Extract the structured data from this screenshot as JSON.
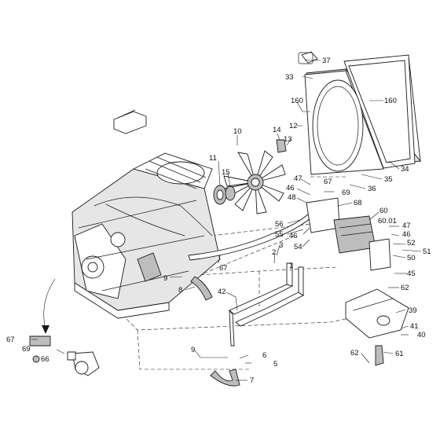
{
  "diagram": {
    "callouts": [
      {
        "id": "c37",
        "text": "37"
      },
      {
        "id": "c33",
        "text": "33"
      },
      {
        "id": "c160a",
        "text": "160"
      },
      {
        "id": "c160b",
        "text": "160"
      },
      {
        "id": "c12",
        "text": "12"
      },
      {
        "id": "c10",
        "text": "10"
      },
      {
        "id": "c14",
        "text": "14"
      },
      {
        "id": "c13",
        "text": "13"
      },
      {
        "id": "c34",
        "text": "34"
      },
      {
        "id": "c35",
        "text": "35"
      },
      {
        "id": "c36",
        "text": "36"
      },
      {
        "id": "c11",
        "text": "11"
      },
      {
        "id": "c15",
        "text": "15"
      },
      {
        "id": "c47a",
        "text": "47"
      },
      {
        "id": "c67a",
        "text": "67"
      },
      {
        "id": "c46a",
        "text": "46"
      },
      {
        "id": "c69a",
        "text": "69"
      },
      {
        "id": "c48",
        "text": "48"
      },
      {
        "id": "c68",
        "text": "68"
      },
      {
        "id": "c56",
        "text": "56"
      },
      {
        "id": "c60",
        "text": "60"
      },
      {
        "id": "c6001",
        "text": "60.01"
      },
      {
        "id": "c47b",
        "text": "47"
      },
      {
        "id": "c46b",
        "text": "46"
      },
      {
        "id": "c55",
        "text": "55"
      },
      {
        "id": "c46c",
        "text": "46"
      },
      {
        "id": "c52",
        "text": "52"
      },
      {
        "id": "c54",
        "text": "54"
      },
      {
        "id": "c51",
        "text": "51"
      },
      {
        "id": "c50",
        "text": "50"
      },
      {
        "id": "c3",
        "text": "3"
      },
      {
        "id": "c2",
        "text": "2"
      },
      {
        "id": "c67b",
        "text": "67"
      },
      {
        "id": "c1",
        "text": "1"
      },
      {
        "id": "c45",
        "text": "45"
      },
      {
        "id": "c9a",
        "text": "9"
      },
      {
        "id": "c8",
        "text": "8"
      },
      {
        "id": "c42",
        "text": "42"
      },
      {
        "id": "c62a",
        "text": "62"
      },
      {
        "id": "c39",
        "text": "39"
      },
      {
        "id": "c41",
        "text": "41"
      },
      {
        "id": "c40",
        "text": "40"
      },
      {
        "id": "c67c",
        "text": "67"
      },
      {
        "id": "c69b",
        "text": "69"
      },
      {
        "id": "c66",
        "text": "66"
      },
      {
        "id": "c9b",
        "text": "9"
      },
      {
        "id": "c6",
        "text": "6"
      },
      {
        "id": "c5",
        "text": "5"
      },
      {
        "id": "c62b",
        "text": "62"
      },
      {
        "id": "c61",
        "text": "61"
      },
      {
        "id": "c7",
        "text": "7"
      }
    ]
  },
  "colors": {
    "ink": "#1a1a1a",
    "paper": "#ffffff",
    "shade": "#bdbdbd"
  }
}
